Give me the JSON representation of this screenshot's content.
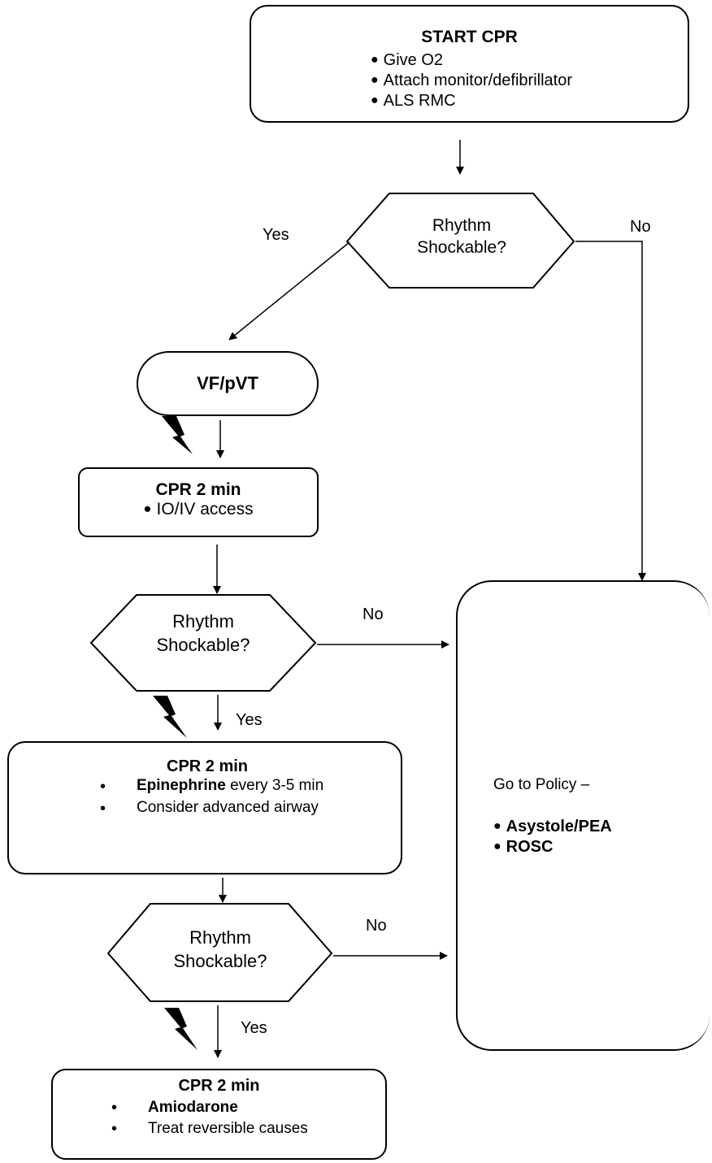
{
  "start_box": {
    "title": "START CPR",
    "items": [
      "Give O2",
      "Attach monitor/defibrillator",
      "ALS RMC"
    ]
  },
  "decision1": {
    "line1": "Rhythm",
    "line2": "Shockable?",
    "yes": "Yes",
    "no": "No"
  },
  "vf_box": {
    "label": "VF/pVT"
  },
  "cpr_box1": {
    "title": "CPR 2 min",
    "items": [
      "IO/IV access"
    ]
  },
  "decision2": {
    "line1": "Rhythm",
    "line2": "Shockable?",
    "yes": "Yes",
    "no": "No"
  },
  "cpr_box2": {
    "title": "CPR 2 min",
    "item1_bold": "Epinephrine",
    "item1_rest": " every 3-5 min",
    "item2": "Consider advanced airway"
  },
  "decision3": {
    "line1": "Rhythm",
    "line2": "Shockable?",
    "yes": "Yes",
    "no": "No"
  },
  "cpr_box3": {
    "title": "CPR 2 min",
    "item1": "Amiodarone",
    "item2": "Treat reversible causes"
  },
  "policy_box": {
    "heading": "Go to Policy –",
    "items": [
      "Asystole/PEA",
      "ROSC"
    ]
  },
  "icons": {
    "shock": "lightning-bolt-icon"
  }
}
